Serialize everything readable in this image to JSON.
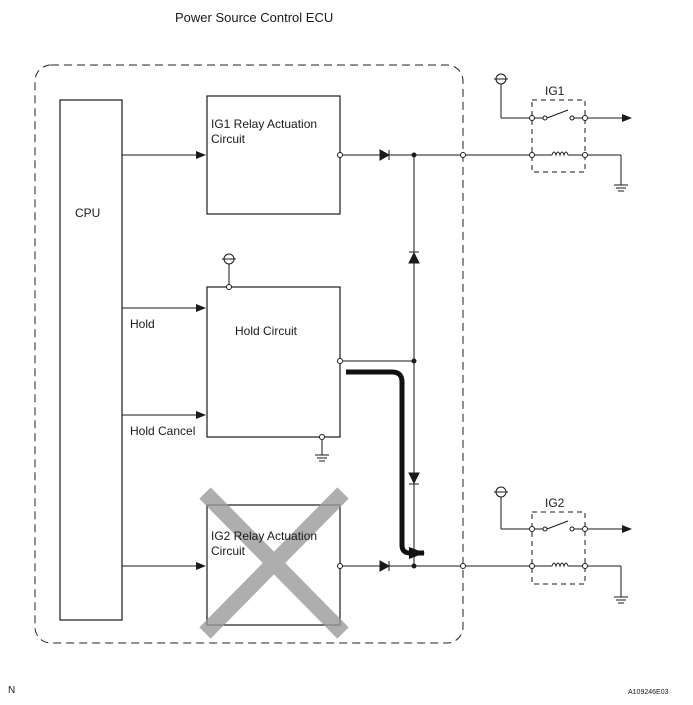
{
  "diagram": {
    "title": "Power Source Control ECU",
    "cpu_label": "CPU",
    "ig1_actuation_label": "IG1 Relay Actuation Circuit",
    "hold_circuit_label": "Hold Circuit",
    "ig2_actuation_label": "IG2 Relay Actuation Circuit",
    "hold_signal_label": "Hold",
    "hold_cancel_signal_label": "Hold Cancel",
    "ig1_relay_label": "IG1",
    "ig2_relay_label": "IG2",
    "ig2_actuation_crossed_out": true,
    "corner_left_label": "N",
    "figure_code": "A109246E03"
  }
}
